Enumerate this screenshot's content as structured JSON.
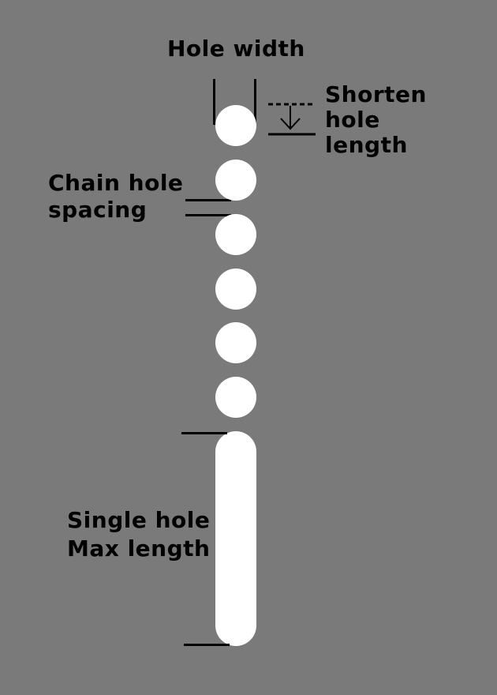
{
  "labels": {
    "hole_width": "Hole width",
    "shorten": [
      "Shorten",
      "hole",
      "length"
    ],
    "chain_spacing": [
      "Chain hole",
      "spacing"
    ],
    "single_max": [
      "Single hole",
      "Max length"
    ]
  },
  "colors": {
    "background": "#7a7a7a",
    "hole": "#ffffff",
    "ink": "#000000"
  },
  "chain_hole_count": 6
}
